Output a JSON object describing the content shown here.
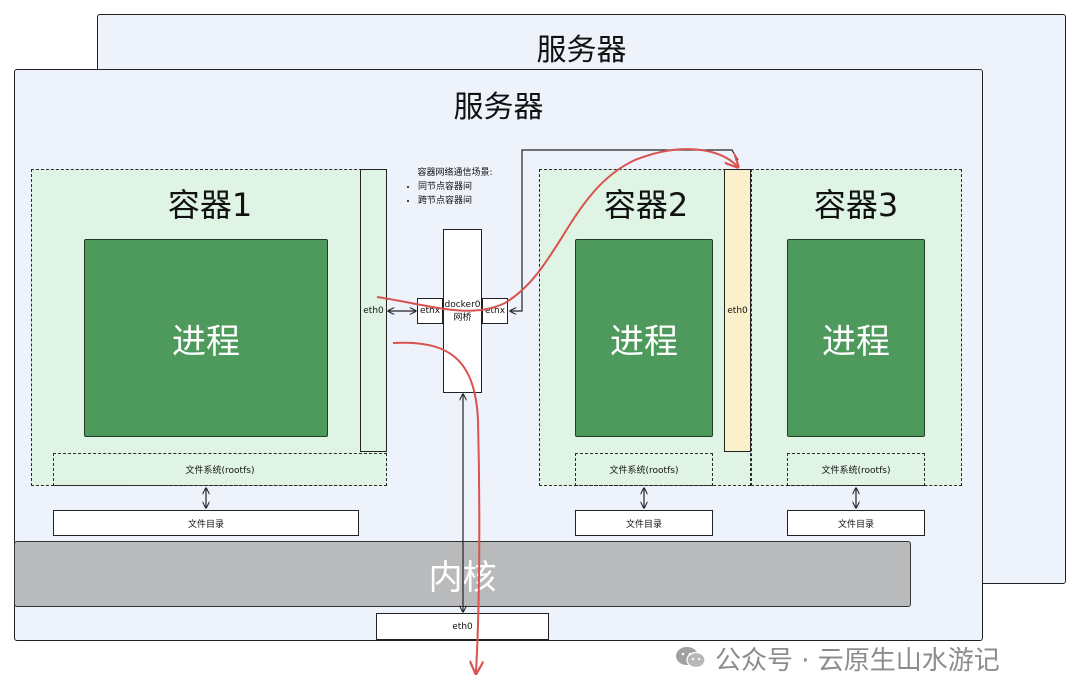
{
  "servers": {
    "back_title": "服务器",
    "front_title": "服务器"
  },
  "containers": [
    {
      "title": "容器1",
      "process": "进程",
      "rootfs": "文件系统(rootfs)",
      "file_dir": "文件目录",
      "eth": "eth0"
    },
    {
      "title": "容器2",
      "process": "进程",
      "rootfs": "文件系统(rootfs)",
      "file_dir": "文件目录",
      "eth": "eth0"
    },
    {
      "title": "容器3",
      "process": "进程",
      "rootfs": "文件系统(rootfs)",
      "file_dir": "文件目录"
    }
  ],
  "bridge": {
    "line1": "docker0",
    "line2": "网桥",
    "left_port": "ethx",
    "right_port": "ethx"
  },
  "note": {
    "title": "容器网络通信场景:",
    "items": [
      "同节点容器间",
      "跨节点容器间"
    ]
  },
  "kernel": {
    "label": "内核"
  },
  "host_eth": {
    "label": "eth0"
  },
  "watermark": {
    "text": "公众号 · 云原生山水游记"
  },
  "colors": {
    "server_bg": "#eef2fb",
    "container_bg": "#dff4e4",
    "process_bg": "#4e9a5d",
    "eth_green": "#dff4e4",
    "eth_yellow": "#fbf0cc",
    "kernel_bg": "#b8babb",
    "flow_line": "#d9534f"
  }
}
